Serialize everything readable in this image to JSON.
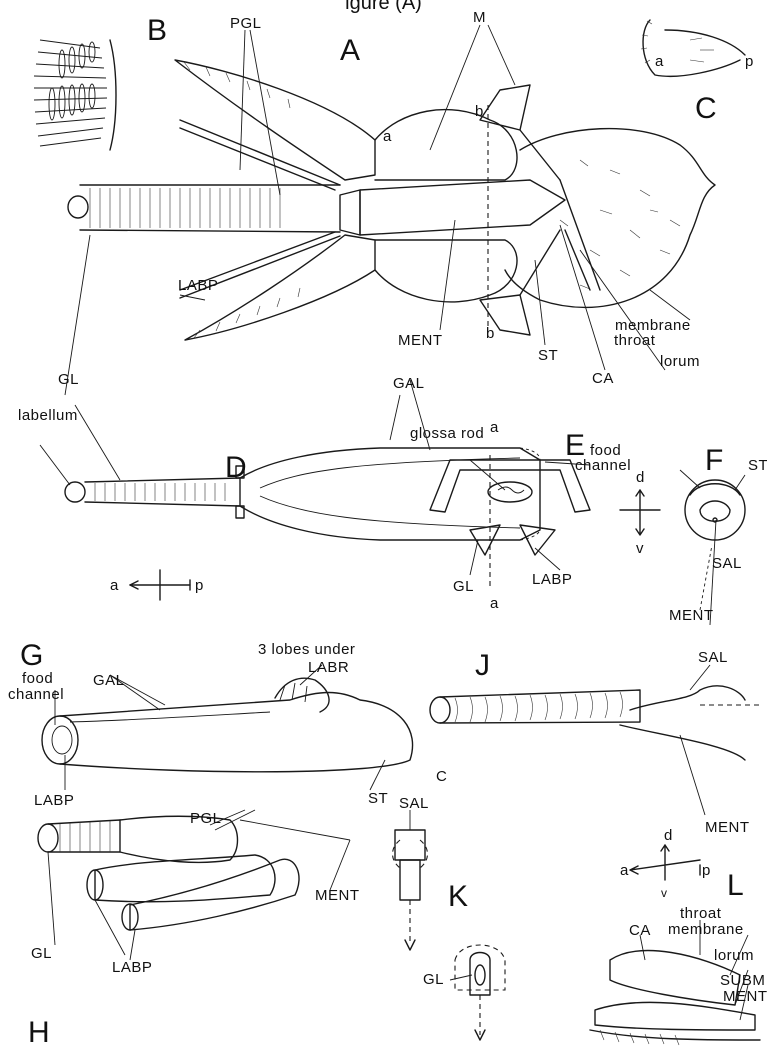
{
  "title_fragment": "igure (A)",
  "panels": [
    "A",
    "B",
    "C",
    "D",
    "E",
    "F",
    "G",
    "H",
    "J",
    "K",
    "L"
  ],
  "labels": {
    "PGL": "PGL",
    "M": "M",
    "a": "a",
    "b": "b",
    "p": "p",
    "d": "d",
    "v": "v",
    "LABP": "LABP",
    "MENT": "MENT",
    "ST": "ST",
    "CA": "CA",
    "lorum": "lorum",
    "throat_membrane_1": "throat",
    "throat_membrane_2": "membrane",
    "GL": "GL",
    "GAL": "GAL",
    "labellum": "labellum",
    "glossa_rod": "glossa rod",
    "food_channel_1": "food",
    "food_channel_2": "channel",
    "SAL": "SAL",
    "SUBM": "SUBM",
    "lobes_1": "3 lobes under",
    "lobes_2": "LABR",
    "C_small": "C"
  }
}
